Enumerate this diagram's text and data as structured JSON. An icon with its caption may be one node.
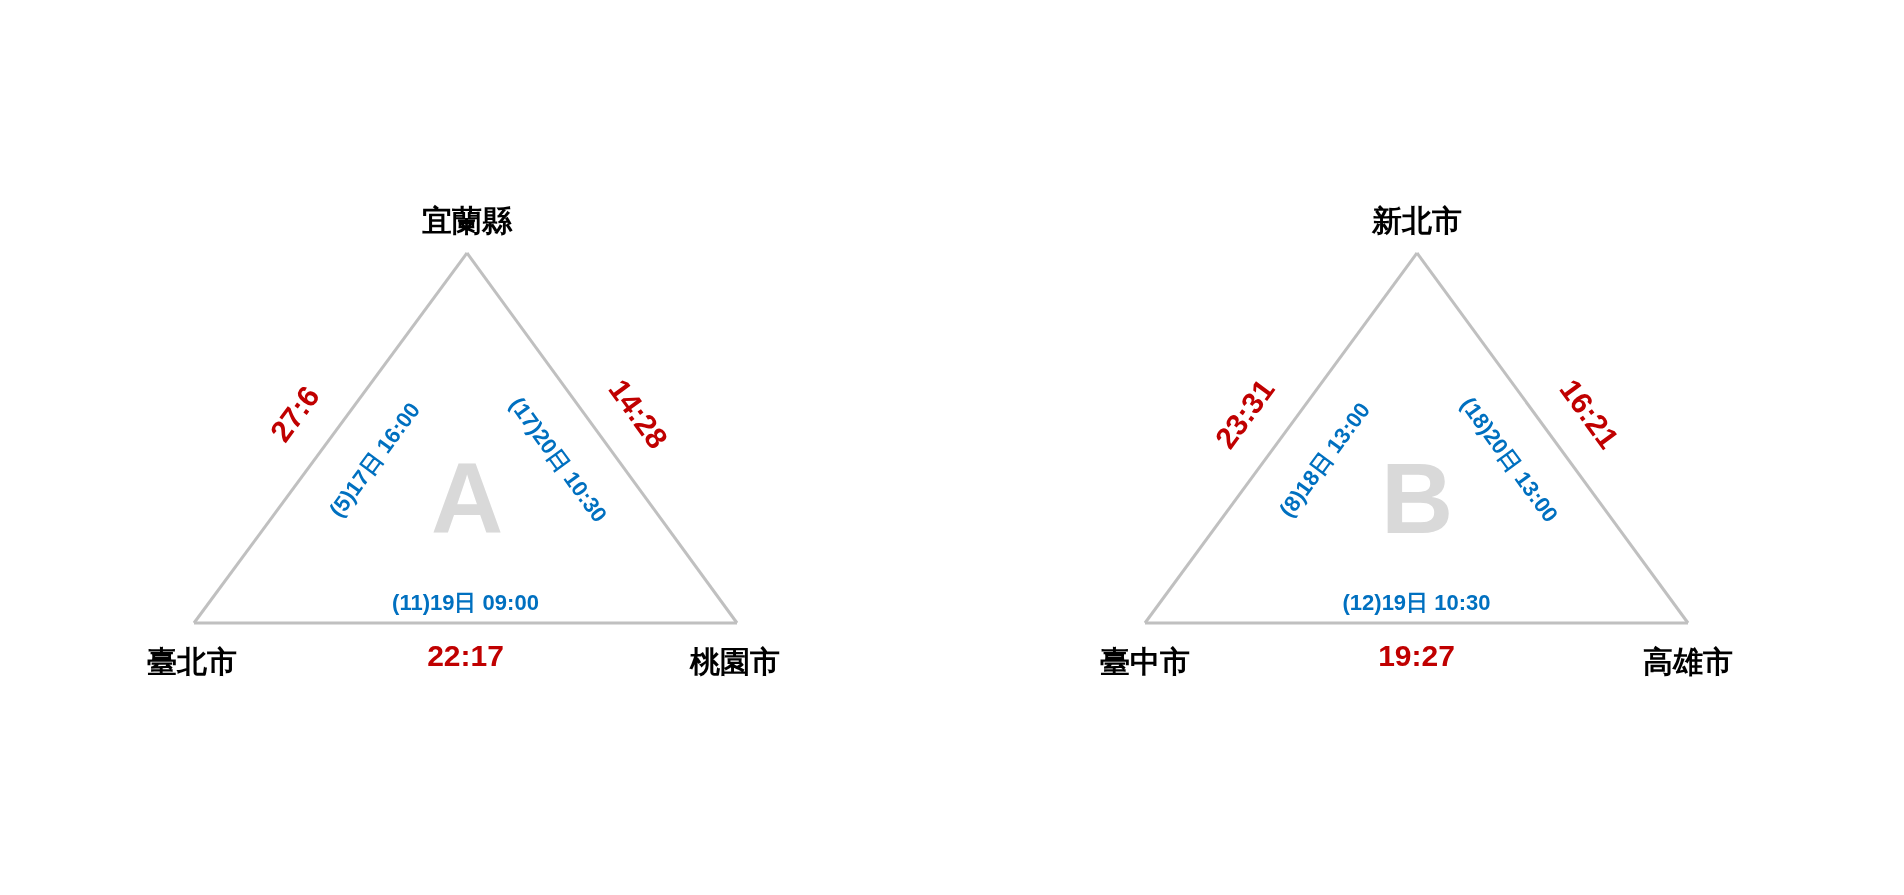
{
  "diagram": {
    "nodes": [
      {
        "text": [
          "宜蘭縣"
        ]
      },
      {
        "text": [
          "臺北市"
        ]
      },
      {
        "text": [
          "桃園市"
        ]
      },
      {
        "text": [
          "新北市"
        ]
      },
      {
        "text": [
          "臺中市"
        ]
      },
      {
        "text": [
          "高雄市"
        ]
      }
    ],
    "edges": [
      {
        "from": 0,
        "to": 1,
        "arrow": "none",
        "label": "(5)17日 16:00"
      },
      {
        "from": 0,
        "to": 2,
        "arrow": "none",
        "label": "(17)20日 10:30"
      },
      {
        "from": 1,
        "to": 2,
        "arrow": "none",
        "label": "(11)19日 09:00"
      },
      {
        "from": 3,
        "to": 4,
        "arrow": "none",
        "label": "(8)18日 13:00"
      },
      {
        "from": 3,
        "to": 5,
        "arrow": "none",
        "label": "(18)20日 13:00"
      },
      {
        "from": 4,
        "to": 5,
        "arrow": "none",
        "label": "(12)19日 10:30"
      }
    ],
    "labels": [
      "A",
      "27:6",
      "14:28",
      "22:17",
      "B",
      "23:31",
      "16:21",
      "19:27"
    ]
  }
}
